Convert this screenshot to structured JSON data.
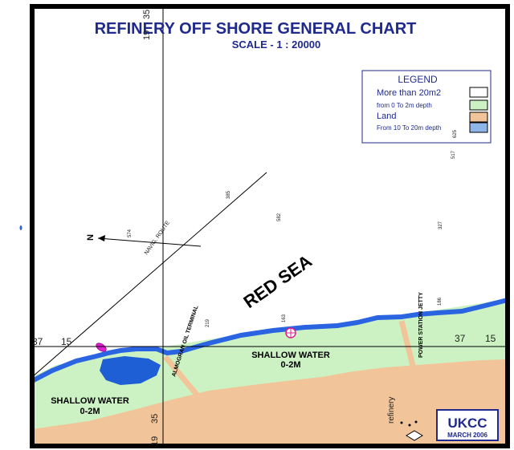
{
  "title": "REFINERY OFF SHORE  GENERAL CHART",
  "subtitle": "SCALE - 1 : 20000",
  "legend": {
    "heading": "LEGEND",
    "items": [
      {
        "label": "More than 20m2",
        "color": "#ffffff"
      },
      {
        "label": "from 0 To 2m depth",
        "color": "#ccf2c4"
      },
      {
        "label": "Land",
        "color": "#f2c49a"
      },
      {
        "label": "From 10 To 20m depth",
        "color": "#8fb6e8"
      }
    ]
  },
  "labels": {
    "sea": "RED SEA",
    "shallow_center": "SHALLOW WATER",
    "shallow_center_depth": "0-2M",
    "shallow_left": "SHALLOW WATER",
    "shallow_left_depth": "0-2M",
    "north": "N",
    "route": "NAVIG. ROUTE",
    "oil_terminal": "ALMOGRAN OIL TERMINAL",
    "power_jetty": "POWER STATION JETTY",
    "refinery": "refinery"
  },
  "coordinates": {
    "top_long_deg": "19",
    "top_long_min": "35",
    "bottom_long_deg": "19",
    "bottom_long_min": "35",
    "left_lat_deg": "37",
    "left_lat_min": "15",
    "right_lat_deg": "37",
    "right_lat_min": "15"
  },
  "soundings": [
    "625",
    "517",
    "385",
    "582",
    "327",
    "574",
    "186",
    "219",
    "163"
  ],
  "stamp": {
    "name": "UKCC",
    "date": "MARCH 2006"
  },
  "colors": {
    "title": "#1f2a8c",
    "land": "#f2c49a",
    "shallow": "#ccf2c4",
    "deep": "#1f5fd6",
    "coast": "#2a64e0",
    "frame": "#000000"
  }
}
